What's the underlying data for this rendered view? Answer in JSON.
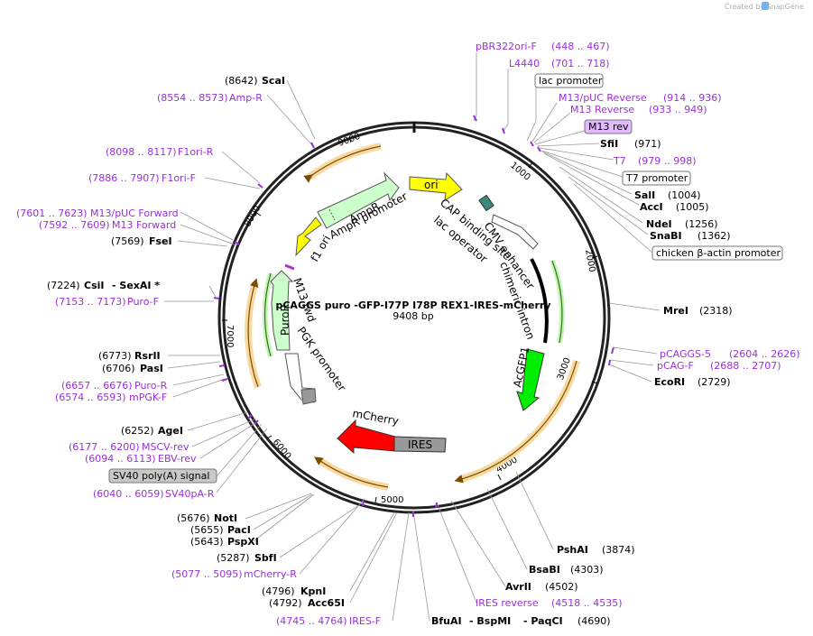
{
  "credit": "Created by SnapGene",
  "plasmid": {
    "name": "pCAGGS puro -GFP-I77P I78P REX1-IRES-mCherry",
    "size": "9408 bp"
  },
  "ticks": [
    "1000",
    "2000",
    "3000",
    "4000",
    "5000",
    "6000",
    "7000",
    "8000",
    "9000"
  ],
  "features": {
    "ori": "ori",
    "ampr": "AmpR",
    "ampr_promoter": "AmpR promoter",
    "f1ori": "f1 ori",
    "cap": "CAP binding site",
    "lacop": "lac operator",
    "cmv": "CMV enhancer",
    "chimeric": "chimeric intron",
    "acgfp": "AcGFP1",
    "mcherry": "mCherry",
    "ires": "IRES",
    "puror": "PuroR",
    "pgk": "PGK promoter",
    "m13fwd": "M13 fwd"
  },
  "labels": {
    "pbr322": [
      "pBR322ori-F",
      "(448 .. 467)"
    ],
    "l4440": [
      "L4440",
      "(701 .. 718)"
    ],
    "lacprom": "lac promoter",
    "m13puc_rev": [
      "M13/pUC Reverse",
      "(914 .. 936)"
    ],
    "m13_reverse": [
      "M13 Reverse",
      "(933 .. 949)"
    ],
    "m13rev": "M13 rev",
    "sfii": [
      "SfiI",
      "(971)"
    ],
    "t7": [
      "T7",
      "(979 .. 998)"
    ],
    "t7prom": "T7 promoter",
    "sali": [
      "SalI",
      "(1004)"
    ],
    "acci": [
      "AccI",
      "(1005)"
    ],
    "ndei": [
      "NdeI",
      "(1256)"
    ],
    "snabi": [
      "SnaBI",
      "(1362)"
    ],
    "chicken": "chicken β-actin promoter",
    "mrei": [
      "MreI",
      "(2318)"
    ],
    "pcaggs5": [
      "pCAGGS-5",
      "(2604 .. 2626)"
    ],
    "pcagf": [
      "pCAG-F",
      "(2688 .. 2707)"
    ],
    "ecori": [
      "EcoRI",
      "(2729)"
    ],
    "pshai": [
      "PshAI",
      "(3874)"
    ],
    "bsabi": [
      "BsaBI",
      "(4303)"
    ],
    "avrii": [
      "AvrII",
      "(4502)"
    ],
    "iresrev": [
      "IRES reverse",
      "(4518 .. 4535)"
    ],
    "bfuai": [
      "BfuAI",
      "- BspMI",
      "- PaqCI",
      "(4690)"
    ],
    "iresf": [
      "(4745 .. 4764)",
      "IRES-F"
    ],
    "acc65i": [
      "(4792)",
      "Acc65I"
    ],
    "kpni": [
      "(4796)",
      "KpnI"
    ],
    "mcherryr": [
      "(5077 .. 5095)",
      "mCherry-R"
    ],
    "sbfi": [
      "(5287)",
      "SbfI"
    ],
    "pspxi": [
      "(5643)",
      "PspXI"
    ],
    "paci": [
      "(5655)",
      "PacI"
    ],
    "noti": [
      "(5676)",
      "NotI"
    ],
    "sv40par": [
      "(6040 .. 6059)",
      "SV40pA-R"
    ],
    "sv40": "SV40 poly(A) signal",
    "ebvrev": [
      "(6094 .. 6113)",
      "EBV-rev"
    ],
    "msculrev": [
      "(6177 .. 6200)",
      "MSCV-rev"
    ],
    "agei": [
      "(6252)",
      "AgeI"
    ],
    "mpgkf": [
      "(6574 .. 6593)",
      "mPGK-F"
    ],
    "puror": [
      "(6657 .. 6676)",
      "Puro-R"
    ],
    "pasi": [
      "(6706)",
      "PasI"
    ],
    "rsrii": [
      "(6773)",
      "RsrII"
    ],
    "purof": [
      "(7153 .. 7173)",
      "Puro-F"
    ],
    "csii": [
      "(7224)",
      "CsiI",
      "- SexAI *"
    ],
    "fsei": [
      "(7569)",
      "FseI"
    ],
    "m13forward": [
      "(7592 .. 7609)",
      "M13 Forward"
    ],
    "m13pucfwd": [
      "(7601 .. 7623)",
      "M13/pUC Forward"
    ],
    "f1orif": [
      "(7886 .. 7907)",
      "F1ori-F"
    ],
    "f1orir": [
      "(8098 .. 8117)",
      "F1ori-R"
    ],
    "ampr": [
      "(8554 .. 8573)",
      "Amp-R"
    ],
    "scai": [
      "(8642)",
      "ScaI"
    ]
  },
  "colors": {
    "enzyme": "#000000",
    "primer": "#9b30d9",
    "ori": "#ffff00",
    "ampr": "#ccffcc",
    "f1ori": "#ffff00",
    "acgfp": "#00ee00",
    "mcherry": "#ff0000",
    "ires": "#999999",
    "puror": "#ccffcc",
    "pgk": "#ffffff",
    "orf": "#f4b04a",
    "orf_arrow": "#7a4b00",
    "chimeric": "#000000",
    "m13rev_box": "#e2b8ff"
  }
}
